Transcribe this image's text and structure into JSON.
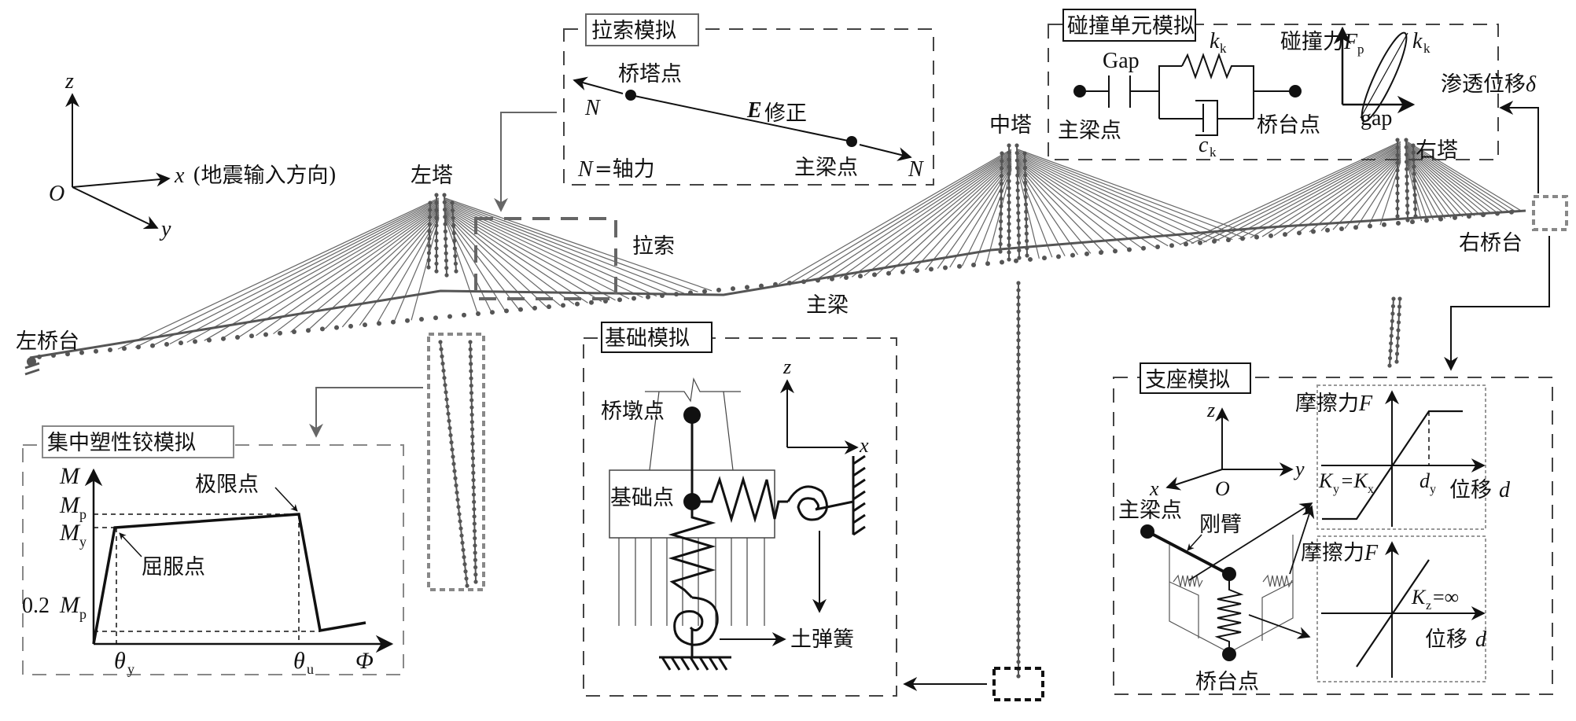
{
  "figure": {
    "axes": {
      "z": "z",
      "x": "x",
      "y": "y",
      "origin": "O",
      "x_note": "(地震输入方向)"
    },
    "bridge_labels": {
      "left_tower": "左塔",
      "middle_tower": "中塔",
      "right_tower": "右塔",
      "left_abutment": "左桥台",
      "right_abutment": "右桥台",
      "cable": "拉索",
      "main_girder": "主梁"
    },
    "cable_panel": {
      "title": "拉索模拟",
      "tower_point": "桥塔点",
      "girder_point": "主梁点",
      "force_left": "N",
      "force_right": "N",
      "modulus": "E",
      "modulus_sub": "修正",
      "legend_sym": "N",
      "legend_text": "=轴力"
    },
    "pounding_panel": {
      "title": "碰撞单元模拟",
      "girder_point": "主梁点",
      "abutment_point": "桥台点",
      "gap_label": "Gap",
      "spring_k": "k",
      "spring_k_sub": "k",
      "damper_c": "c",
      "damper_c_sub": "k",
      "force_label": "碰撞力",
      "force_sym": "F",
      "force_sub": "p",
      "slope_k": "k",
      "slope_k_sub": "k",
      "disp_label": "渗透位移",
      "disp_sym": "δ",
      "gap_lower": "gap"
    },
    "hinge_panel": {
      "title": "集中塑性铰模拟",
      "y_axis": "M",
      "x_axis": "Φ",
      "mp_label": "M",
      "mp_sub": "p",
      "my_label": "M",
      "my_sub": "y",
      "residual_prefix": "0.2 ",
      "residual_sym": "M",
      "residual_sub": "p",
      "theta_y": "θ",
      "theta_y_sub": "y",
      "theta_u": "θ",
      "theta_u_sub": "u",
      "yield_point": "屈服点",
      "ultimate_point": "极限点"
    },
    "foundation_panel": {
      "title": "基础模拟",
      "pier_point": "桥墩点",
      "foundation_point": "基础点",
      "soil_spring": "土弹簧",
      "axis_z": "z",
      "axis_x": "x"
    },
    "bearing_panel": {
      "title": "支座模拟",
      "axis_z": "z",
      "axis_x": "x",
      "axis_y": "y",
      "origin": "O",
      "girder_point": "主梁点",
      "abutment_point": "桥台点",
      "rigid_arm": "刚臂",
      "friction_top": "摩擦力",
      "friction_bottom": "摩擦力",
      "force_sym": "F",
      "disp_top": "位移",
      "disp_bottom": "位移",
      "disp_sym": "d",
      "ky_kx": "K",
      "ky_sub": "y",
      "eq": "=K",
      "kx_sub": "x",
      "dy": "d",
      "dy_sub": "y",
      "kz": "K",
      "kz_sub": "z",
      "kz_val": "=∞"
    }
  }
}
